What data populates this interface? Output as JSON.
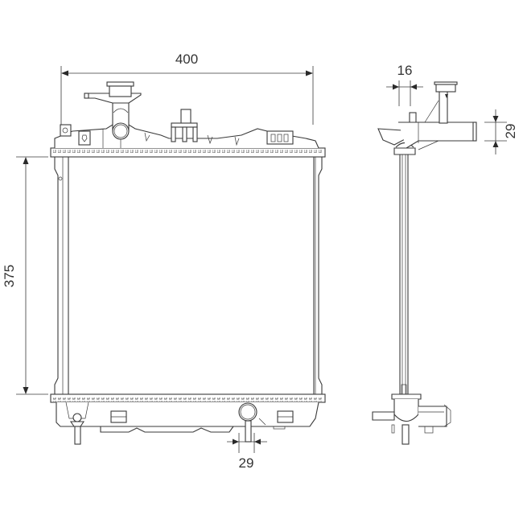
{
  "diagram": {
    "subject": "radiator-technical-drawing",
    "views": [
      "front-view",
      "side-view"
    ],
    "dimensions": {
      "width": {
        "label": "400",
        "unit": "mm"
      },
      "height": {
        "label": "375",
        "unit": "mm"
      },
      "side_inlet_offset": {
        "label": "16",
        "unit": "mm"
      },
      "side_inlet_diameter": {
        "label": "29",
        "unit": "mm"
      },
      "bottom_outlet_diameter": {
        "label": "29",
        "unit": "mm"
      }
    },
    "colors": {
      "line": "#3a3a3a",
      "background": "#ffffff"
    }
  }
}
